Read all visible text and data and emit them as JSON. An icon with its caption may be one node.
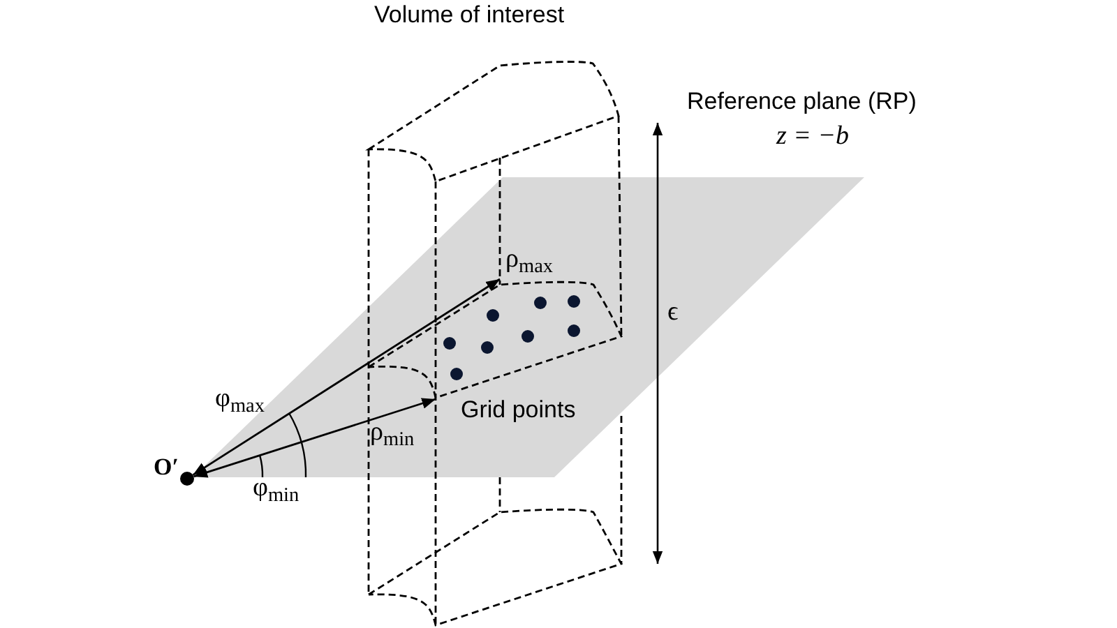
{
  "diagram": {
    "nodes": [
      {
        "text": [],
        "shape": "circle",
        "beside": [
          "O′"
        ]
      },
      {
        "text": [],
        "shape": "box"
      }
    ],
    "edges": [
      {
        "from": 0,
        "to": 1,
        "arrow": "both",
        "label": "ρ$_{max}$"
      },
      {
        "from": 0,
        "to": 1,
        "arrow": "both",
        "label": "ρ$_{min}$"
      }
    ],
    "labels": [
      "Volume of interest",
      "Reference plane (RP)",
      "z = −b",
      "ϵ",
      "Grid points",
      "φ$_{max}$",
      "φ$_{min}$"
    ]
  }
}
